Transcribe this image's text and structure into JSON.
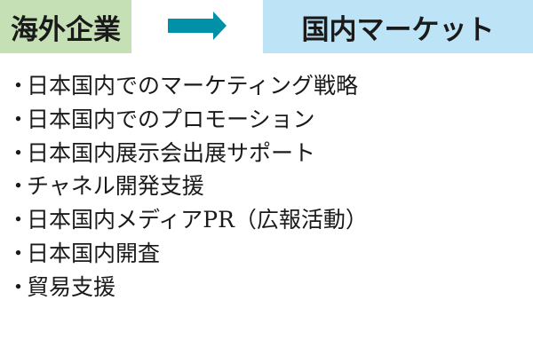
{
  "header": {
    "source_label": "海外企業",
    "target_label": "国内マーケット",
    "arrow_icon": "right-arrow-icon",
    "colors": {
      "source_bg": "#c5e0b4",
      "target_bg": "#bde3f6",
      "arrow": "#0090a8"
    }
  },
  "services": {
    "bullet": "・",
    "items": [
      "日本国内でのマーケティング戦略",
      "日本国内でのプロモーション",
      "日本国内展示会出展サポート",
      "チャネル開発支援",
      "日本国内メディアPR（広報活動）",
      "日本国内開査",
      "貿易支援"
    ]
  }
}
